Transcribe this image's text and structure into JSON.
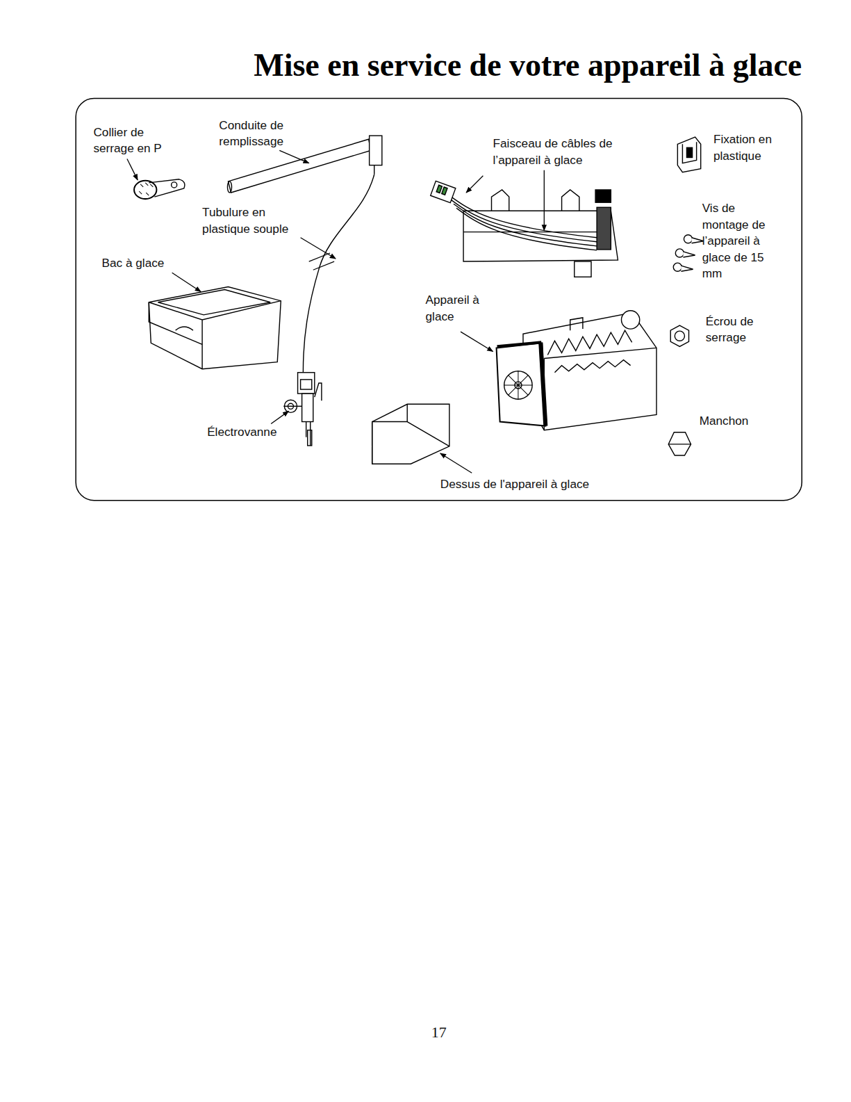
{
  "diagram": {
    "title": "Mise en service de votre appareil à glace",
    "labels": [
      "Collier de serrage en P",
      "Conduite de remplissage",
      "Faisceau de câbles de l’appareil à glace",
      "Fixation en plastique",
      "Tubulure en plastique souple",
      "Vis de montage de l’appareil à glace de 15 mm",
      "Bac à glace",
      "Appareil à glace",
      "Écrou de serrage",
      "Manchon",
      "Électrovanne",
      "Dessus de l'appareil à glace",
      "17"
    ]
  }
}
